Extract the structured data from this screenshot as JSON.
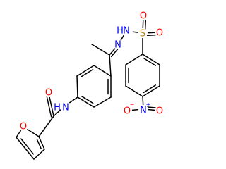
{
  "colors": {
    "background": "#ffffff",
    "bond": "#000000",
    "carbon": "#000000",
    "nitrogen": "#0000ff",
    "oxygen": "#ff0000",
    "sulfur": "#b8860b"
  },
  "atoms": {
    "o_carbonyl": {
      "label": "O",
      "element": "oxygen"
    },
    "n_amide": {
      "label": "N",
      "element": "nitrogen"
    },
    "h_amide": {
      "label": "H",
      "element": "nitrogen"
    },
    "o_furan": {
      "label": "O",
      "element": "oxygen"
    },
    "n_hydrazone": {
      "label": "N",
      "element": "nitrogen"
    },
    "n_hydrazide": {
      "label": "N",
      "element": "nitrogen"
    },
    "h_hydrazide": {
      "label": "H",
      "element": "nitrogen"
    },
    "s_sulfonyl": {
      "label": "S",
      "element": "sulfur"
    },
    "o_sulfonyl_left": {
      "label": "O",
      "element": "oxygen"
    },
    "o_sulfonyl_right": {
      "label": "O",
      "element": "oxygen"
    },
    "n_nitro": {
      "label": "N",
      "element": "nitrogen"
    },
    "n_nitro_charge": {
      "label": "+",
      "element": "nitrogen"
    },
    "o_nitro_left": {
      "label": "O",
      "element": "oxygen"
    },
    "o_nitro_left_charge": {
      "label": "−",
      "element": "oxygen"
    },
    "o_nitro_right": {
      "label": "O",
      "element": "oxygen"
    }
  }
}
